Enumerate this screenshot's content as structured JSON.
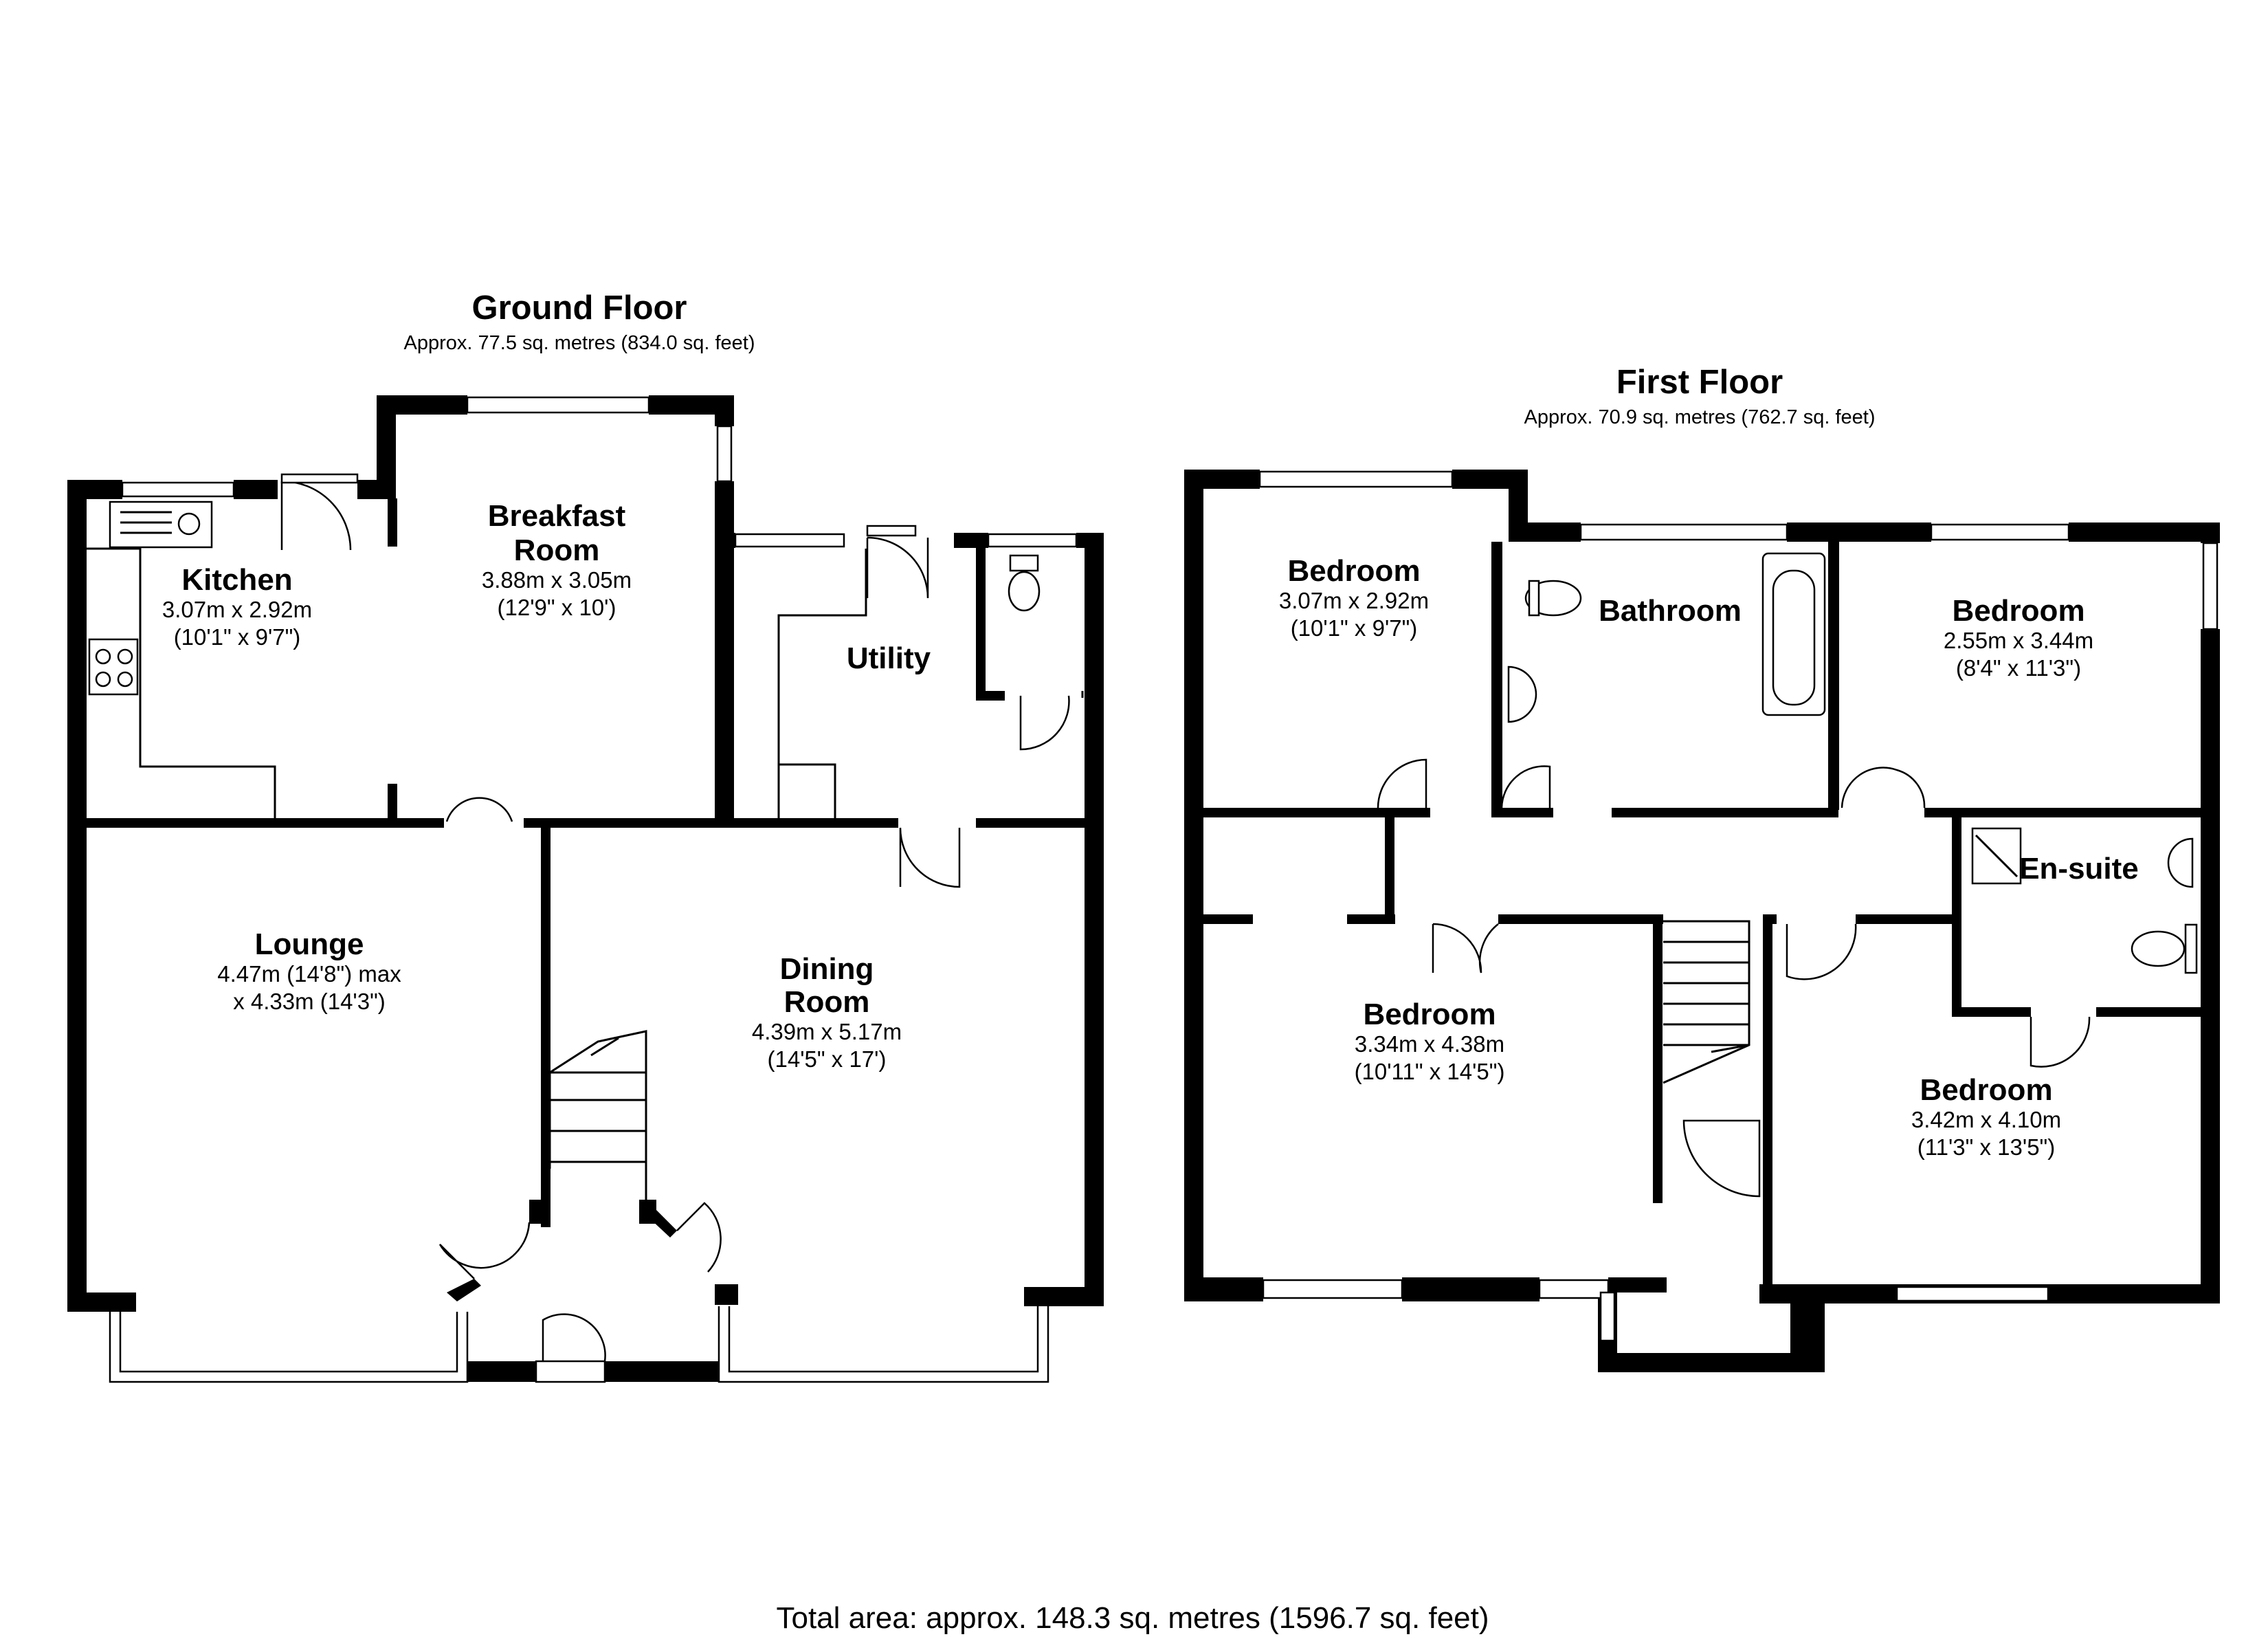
{
  "ground_floor": {
    "title": "Ground Floor",
    "area": "Approx. 77.5 sq. metres (834.0 sq. feet)",
    "rooms": [
      {
        "name": "Kitchen",
        "dim1": "3.07m x 2.92m",
        "dim2": "(10'1\" x 9'7\")"
      },
      {
        "name1": "Breakfast",
        "name2": "Room",
        "dim1": "3.88m x 3.05m",
        "dim2": "(12'9\" x 10')"
      },
      {
        "name": "Utility"
      },
      {
        "name": "Lounge",
        "dim1": "4.47m (14'8\") max",
        "dim2": "x 4.33m (14'3\")"
      },
      {
        "name1": "Dining",
        "name2": "Room",
        "dim1": "4.39m x 5.17m",
        "dim2": "(14'5\" x 17')"
      }
    ]
  },
  "first_floor": {
    "title": "First Floor",
    "area": "Approx. 70.9 sq. metres (762.7 sq. feet)",
    "rooms": [
      {
        "name": "Bedroom",
        "dim1": "3.07m x 2.92m",
        "dim2": "(10'1\" x 9'7\")"
      },
      {
        "name": "Bathroom"
      },
      {
        "name": "Bedroom",
        "dim1": "2.55m x 3.44m",
        "dim2": "(8'4\" x 11'3\")"
      },
      {
        "name": "En-suite"
      },
      {
        "name": "Bedroom",
        "dim1": "3.34m x 4.38m",
        "dim2": "(10'11\" x 14'5\")"
      },
      {
        "name": "Bedroom",
        "dim1": "3.42m x 4.10m",
        "dim2": "(11'3\" x 13'5\")"
      }
    ]
  },
  "total_area": "Total area: approx. 148.3 sq. metres (1596.7 sq. feet)"
}
